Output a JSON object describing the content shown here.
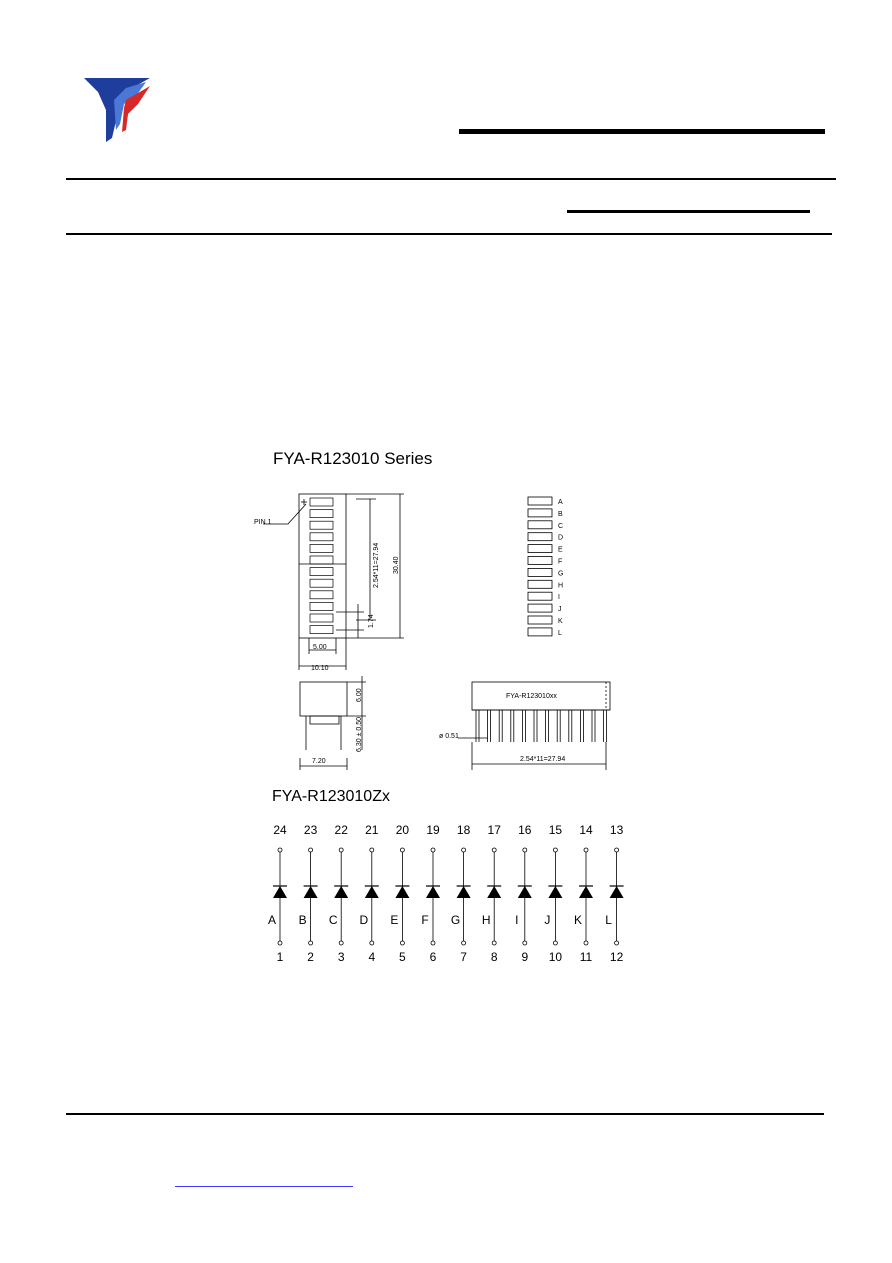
{
  "series_title": "FYA-R123010 Series",
  "pin1_label": "PIN 1",
  "dim_pitch_label": "2.54*11=27.94",
  "dim_height_label": "30.40",
  "dim_174": "1.74",
  "dim_500": "5.00",
  "dim_1010": "10.10",
  "dim_600": "6.00",
  "dim_630": "6.30 ± 0.50",
  "dim_720": "7.20",
  "dim_051": "ø 0.51",
  "side_pitch_label": "2.54*11=27.94",
  "side_part_label": "FYA-R123010xx",
  "segment_letters": [
    "A",
    "B",
    "C",
    "D",
    "E",
    "F",
    "G",
    "H",
    "I",
    "J",
    "K",
    "L"
  ],
  "circuit_title": "FYA-R123010Zx",
  "top_pins": [
    "24",
    "23",
    "22",
    "21",
    "20",
    "19",
    "18",
    "17",
    "16",
    "15",
    "14",
    "13"
  ],
  "bottom_pins": [
    "1",
    "2",
    "3",
    "4",
    "5",
    "6",
    "7",
    "8",
    "9",
    "10",
    "11",
    "12"
  ],
  "diode_letters": [
    "A",
    "B",
    "C",
    "D",
    "E",
    "F",
    "G",
    "H",
    "I",
    "J",
    "K",
    "L"
  ],
  "colors": {
    "logo_blue": "#1f3d9c",
    "logo_red": "#d62828",
    "link_blue": "#3b3bff"
  }
}
